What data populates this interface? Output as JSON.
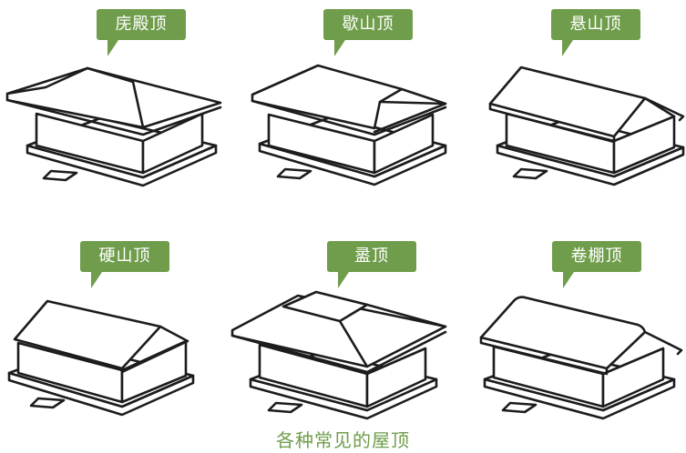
{
  "panels": [
    {
      "label": "庑殿顶",
      "roof": "hip"
    },
    {
      "label": "歇山顶",
      "roof": "gable-hip"
    },
    {
      "label": "悬山顶",
      "roof": "overhang-gable"
    },
    {
      "label": "硬山顶",
      "roof": "flush-gable"
    },
    {
      "label": "盝顶",
      "roof": "flat-top"
    },
    {
      "label": "卷棚顶",
      "roof": "round-ridge"
    }
  ],
  "caption": "各种常见的屋顶",
  "colors": {
    "callout_bg": "#6f9d4b",
    "callout_text": "#ffffff",
    "caption": "#6f9d4b",
    "line": "#1c1c1c"
  }
}
